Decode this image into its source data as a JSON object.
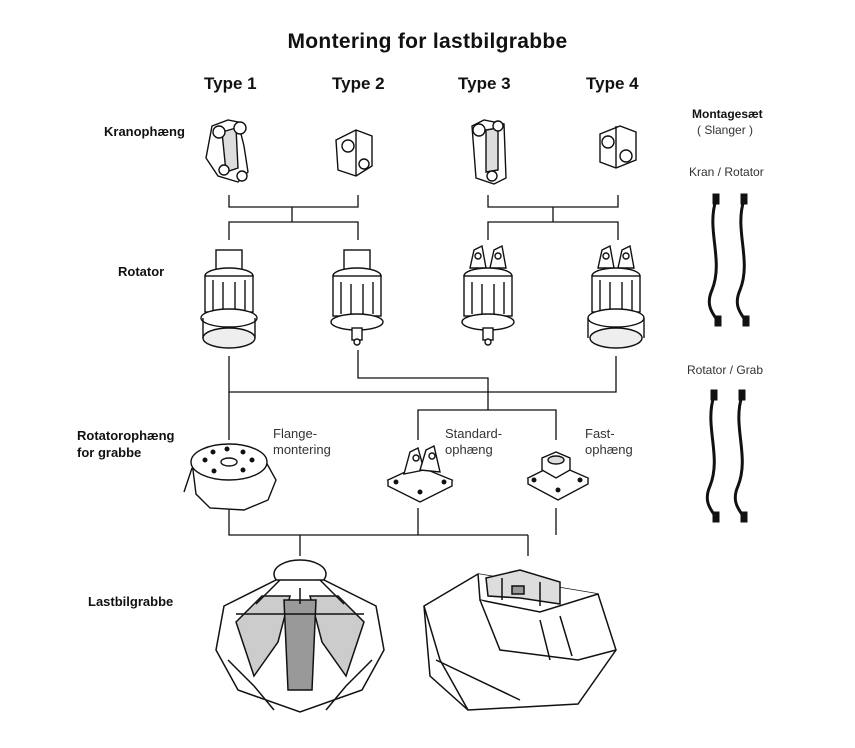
{
  "title": "Montering for lastbilgrabbe",
  "types": [
    "Type 1",
    "Type 2",
    "Type 3",
    "Type 4"
  ],
  "rows": {
    "crane_mount": "Kranophæng",
    "rotator": "Rotator",
    "rotator_mount_line1": "Rotatorophæng",
    "rotator_mount_line2": "for grabbe",
    "grab": "Lastbilgrabbe"
  },
  "mount_options": [
    {
      "line1": "Flange-",
      "line2": "montering"
    },
    {
      "line1": "Standard-",
      "line2": "ophæng"
    },
    {
      "line1": "Fast-",
      "line2": "ophæng"
    }
  ],
  "kit": {
    "title": "Montagesæt",
    "subtitle": "( Slanger )",
    "crane_rotator": "Kran / Rotator",
    "rotator_grab": "Rotator / Grab"
  },
  "colors": {
    "line": "#111111",
    "fill": "#ffffff",
    "shade": "#555555"
  }
}
